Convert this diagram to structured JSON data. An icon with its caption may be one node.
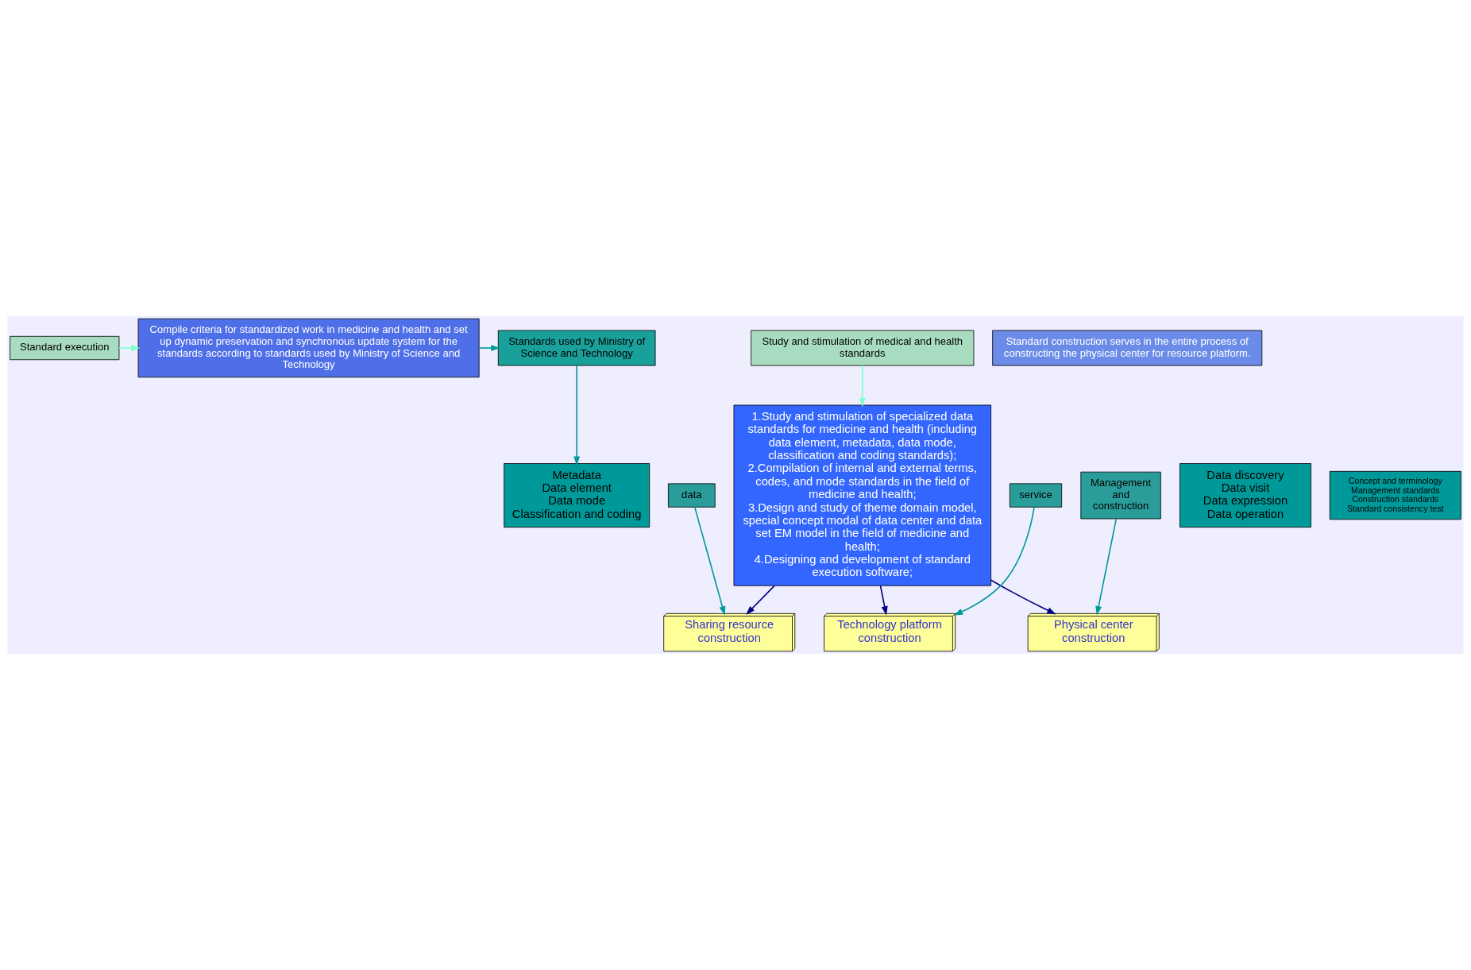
{
  "diagram": {
    "nodes": [
      {
        "text": [
          "Standard execution"
        ]
      },
      {
        "text": [
          "Compile criteria for standardized work in medicine and health and set up dynamic preservation and synchronous update system for the standards according to standards used by Ministry of Science and Technology"
        ]
      },
      {
        "text": [
          "Standards used by Ministry of Science and Technology"
        ]
      },
      {
        "text": [
          "Study and stimulation of medical and health standards"
        ]
      },
      {
        "text": [
          "1.Study and stimulation of specialized data standards for medicine and health (including data element, metadata, data mode, classification and coding standards);",
          "2.Compilation of internal and external terms, codes, and mode standards in the field of medicine and health;",
          "3.Design and study of theme domain model, special concept modal of data center and data set EM model in the field of medicine and health;",
          "4.Designing and development of standard execution software;"
        ]
      },
      {
        "text": [
          "Sharing resource construction"
        ]
      },
      {
        "text": [
          "Technology platform construction"
        ]
      },
      {
        "text": [
          "Physical center construction"
        ]
      },
      {
        "text": [
          "data"
        ]
      },
      {
        "text": [
          "Metadata",
          "Data element",
          "Data mode",
          "Classification and coding"
        ]
      },
      {
        "text": [
          "service"
        ]
      },
      {
        "text": [
          "Data discovery",
          "Data visit",
          "Data expression",
          "Data operation"
        ]
      },
      {
        "text": [
          "Management and construction"
        ]
      },
      {
        "text": [
          "Concept and terminology",
          "Management standards",
          "Construction standards",
          "Standard consistency test"
        ]
      },
      {
        "text": [
          "Standard construction serves in the entire process of constructing the physical center for resource platform."
        ]
      }
    ],
    "edges": [
      {
        "from": 0,
        "to": 1,
        "arrow": "to",
        "color": "#80ffd0"
      },
      {
        "from": 1,
        "to": 2,
        "arrow": "to"
      },
      {
        "from": 2,
        "to": 9,
        "arrow": "to"
      },
      {
        "from": 3,
        "to": 4,
        "arrow": "to",
        "color": "#80ffd0"
      },
      {
        "from": 4,
        "to": 5,
        "arrow": "to",
        "color": "#000080"
      },
      {
        "from": 4,
        "to": 6,
        "arrow": "to",
        "color": "#000080"
      },
      {
        "from": 4,
        "to": 7,
        "arrow": "to",
        "color": "#000080"
      },
      {
        "from": 8,
        "to": 5,
        "arrow": "to"
      },
      {
        "from": 10,
        "to": 6,
        "arrow": "to"
      },
      {
        "from": 12,
        "to": 7,
        "arrow": "to"
      }
    ]
  }
}
